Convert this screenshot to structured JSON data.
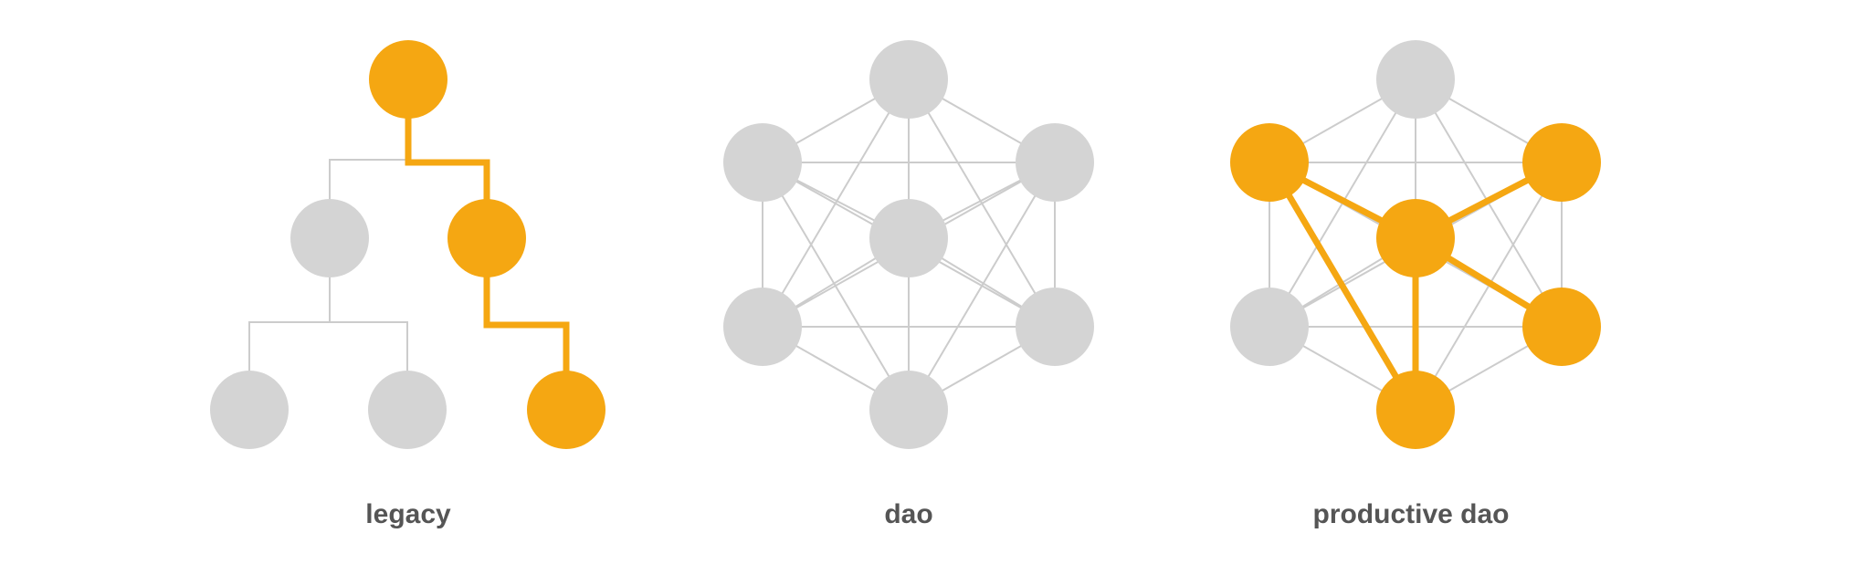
{
  "colors": {
    "inactive_node": "#d4d4d4",
    "active": "#f5a712",
    "thin_edge": "#cccccc",
    "label": "#555555"
  },
  "diagrams": [
    {
      "id": "legacy",
      "label": "legacy",
      "nodes": [
        {
          "id": "root",
          "active": true
        },
        {
          "id": "mid-left",
          "active": false
        },
        {
          "id": "mid-right",
          "active": true
        },
        {
          "id": "leaf-left",
          "active": false
        },
        {
          "id": "leaf-middle",
          "active": false
        },
        {
          "id": "leaf-right",
          "active": true
        }
      ],
      "edges": [
        [
          "root",
          "mid-left",
          "thin"
        ],
        [
          "root",
          "mid-right",
          "active"
        ],
        [
          "mid-left",
          "leaf-left",
          "thin"
        ],
        [
          "mid-left",
          "leaf-middle",
          "thin"
        ],
        [
          "mid-right",
          "leaf-right",
          "active"
        ]
      ]
    },
    {
      "id": "dao",
      "label": "dao",
      "nodes": [
        {
          "id": "top",
          "active": false
        },
        {
          "id": "upper-left",
          "active": false
        },
        {
          "id": "upper-right",
          "active": false
        },
        {
          "id": "center",
          "active": false
        },
        {
          "id": "lower-left",
          "active": false
        },
        {
          "id": "lower-right",
          "active": false
        },
        {
          "id": "bottom",
          "active": false
        }
      ],
      "active_edges": []
    },
    {
      "id": "productive-dao",
      "label": "productive dao",
      "nodes": [
        {
          "id": "top",
          "active": false
        },
        {
          "id": "upper-left",
          "active": true
        },
        {
          "id": "upper-right",
          "active": true
        },
        {
          "id": "center",
          "active": true
        },
        {
          "id": "lower-left",
          "active": false
        },
        {
          "id": "lower-right",
          "active": true
        },
        {
          "id": "bottom",
          "active": true
        }
      ],
      "active_edges": [
        [
          "upper-left",
          "center"
        ],
        [
          "upper-right",
          "center"
        ],
        [
          "lower-right",
          "center"
        ],
        [
          "bottom",
          "center"
        ],
        [
          "upper-left",
          "bottom"
        ]
      ]
    }
  ]
}
